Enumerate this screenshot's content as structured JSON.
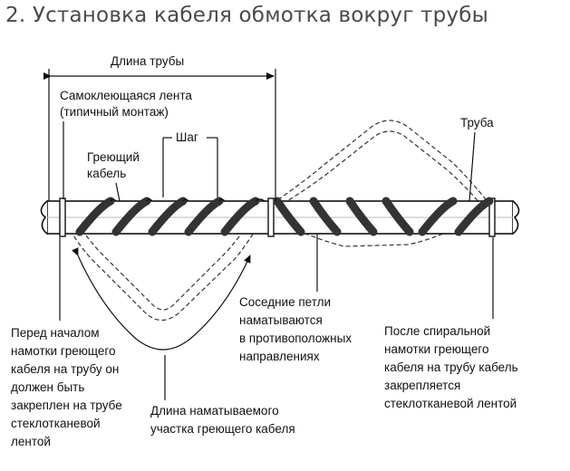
{
  "title": "2. Установка кабеля обмотка вокруг трубы",
  "labels": {
    "pipe_length": "Длина трубы",
    "tape": [
      "Самоклеющаяся лента",
      "(типичный монтаж)"
    ],
    "step": "Шаг",
    "heating_cable": [
      "Греющий",
      "кабель"
    ],
    "pipe": "Труба",
    "adjacent_loops": [
      "Соседние петли",
      "наматываются",
      "в противоположных",
      "направлениях"
    ],
    "before_winding": [
      "Перед началом",
      "намотки греющего",
      "кабеля на трубу он",
      "должен быть",
      "закреплен на трубе",
      "стеклотканевой",
      "лентой"
    ],
    "wound_length": [
      "Длина наматываемого",
      "участка греющего кабеля"
    ],
    "after_winding": [
      "После спиральной",
      "намотки греющего",
      "кабеля на трубу кабель",
      "закрепляется",
      "стеклотканевой лентой"
    ]
  }
}
